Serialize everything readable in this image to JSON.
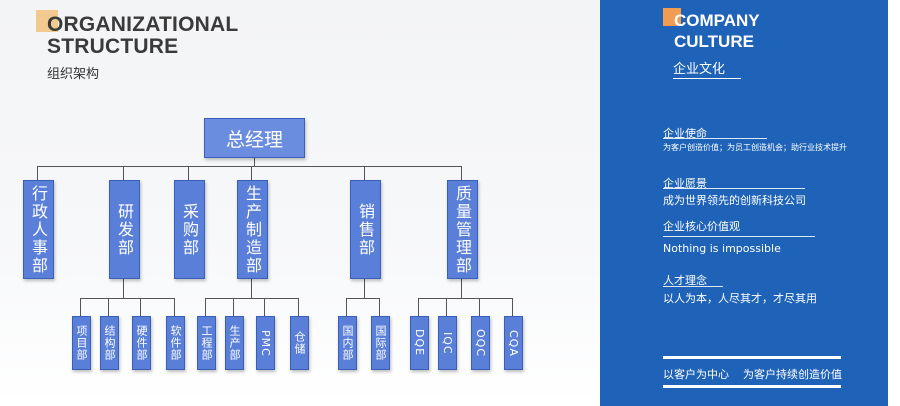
{
  "header": {
    "title_line1": "ORGANIZATIONAL",
    "title_line2": "STRUCTURE",
    "subtitle": "组织架构"
  },
  "org": {
    "root": "总经理",
    "departments": [
      {
        "name": "行政人事部",
        "subs": []
      },
      {
        "name": "研发部",
        "subs": [
          "项目部",
          "结构部",
          "硬件部",
          "软件部"
        ]
      },
      {
        "name": "采购部",
        "subs": []
      },
      {
        "name": "生产制造部",
        "subs": [
          "工程部",
          "生产部",
          "PMC",
          "仓储"
        ]
      },
      {
        "name": "销售部",
        "subs": [
          "国内部",
          "国际部"
        ]
      },
      {
        "name": "质量管理部",
        "subs": [
          "DQE",
          "IQC",
          "OQC",
          "CQA"
        ]
      }
    ]
  },
  "culture": {
    "title_line1": "COMPANY",
    "title_line2": "CULTURE",
    "subtitle": "企业文化",
    "sections": [
      {
        "heading": "企业使命",
        "text": "为客户创造价值；为员工创造机会；助行业技术提升"
      },
      {
        "heading": "企业愿景",
        "text": "成为世界领先的创新科技公司"
      },
      {
        "heading": "企业核心价值观",
        "text": "Nothing is impossible"
      },
      {
        "heading": "人才理念",
        "text": "以人为本，人尽其才，才尽其用"
      }
    ],
    "slogan": "以客户为中心    为客户持续创造价值"
  }
}
